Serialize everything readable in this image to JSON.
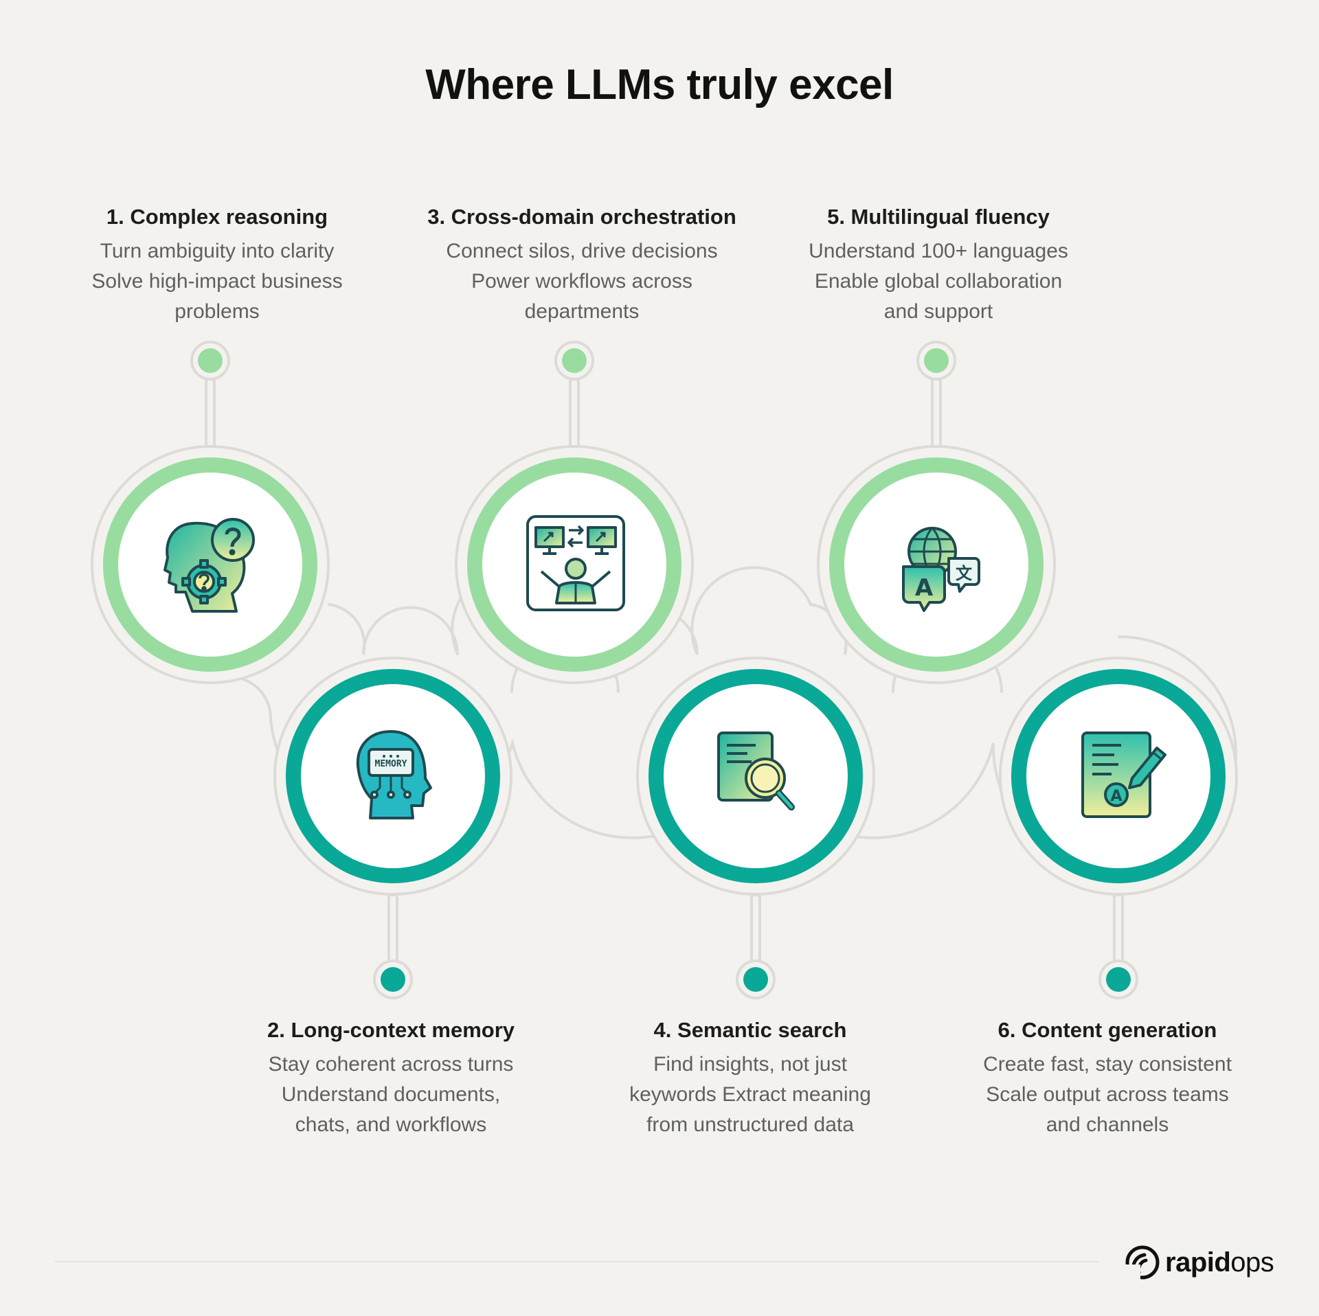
{
  "title": "Where LLMs truly excel",
  "steps": [
    {
      "title": "1. Complex reasoning",
      "desc": [
        "Turn ambiguity into clarity",
        "Solve high-impact business",
        "problems"
      ],
      "icon": "reasoning-head-gear-icon"
    },
    {
      "title": "2. Long-context memory",
      "desc": [
        "Stay coherent across turns",
        "Understand documents,",
        "chats, and workflows"
      ],
      "icon": "memory-head-icon",
      "icon_label": "MEMORY"
    },
    {
      "title": "3. Cross-domain orchestration",
      "desc": [
        "Connect silos, drive decisions",
        "Power workflows across",
        "departments"
      ],
      "icon": "orchestration-monitors-icon"
    },
    {
      "title": "4. Semantic search",
      "desc": [
        "Find insights, not just",
        "keywords Extract meaning",
        "from unstructured data"
      ],
      "icon": "document-search-icon"
    },
    {
      "title": "5. Multilingual fluency",
      "desc": [
        "Understand 100+ languages",
        "Enable global collaboration",
        "and support"
      ],
      "icon": "globe-translate-icon",
      "icon_glyphs": [
        "A",
        "文"
      ]
    },
    {
      "title": "6. Content generation",
      "desc": [
        "Create fast, stay consistent",
        "Scale output across teams",
        "and channels"
      ],
      "icon": "document-pen-icon",
      "icon_glyphs": [
        "A"
      ]
    }
  ],
  "colors": {
    "light_green": "#99dca0",
    "teal": "#0aa896",
    "track": "#dcdbd7",
    "background": "#f3f2ef"
  },
  "brand": {
    "part1": "rapid",
    "part2": "ops",
    "icon": "rapidops-logo-icon"
  }
}
